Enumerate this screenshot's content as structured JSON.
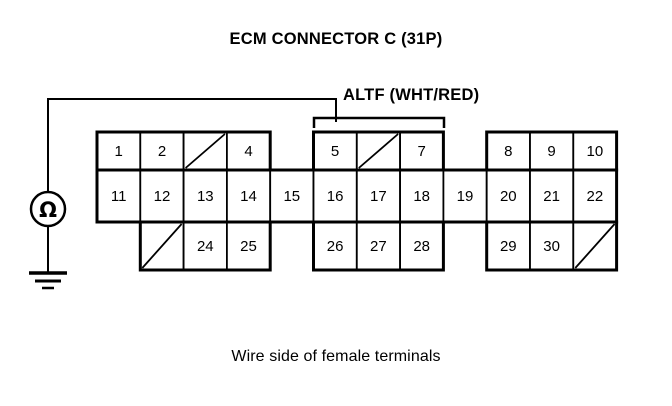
{
  "title": "ECM CONNECTOR C (31P)",
  "caption": "Wire side of female terminals",
  "probe": {
    "label": "ALTF (WHT/RED)",
    "signal_name": "ALTF",
    "wire_color": "WHT/RED",
    "target_terminal": "5"
  },
  "meter": {
    "type": "ohmmeter",
    "symbol": "Ω",
    "grounded": true
  },
  "colors": {
    "background": "#ffffff",
    "ink": "#000000"
  },
  "connector": {
    "name": "ECM CONNECTOR C",
    "pin_count": "31P",
    "rows": 3,
    "columns": 12,
    "grid": [
      [
        {
          "col": 1,
          "label": "1",
          "state": "pin"
        },
        {
          "col": 2,
          "label": "2",
          "state": "pin"
        },
        {
          "col": 3,
          "label": "",
          "state": "blocked"
        },
        {
          "col": 4,
          "label": "4",
          "state": "pin"
        },
        {
          "col": 5,
          "label": "",
          "state": "empty"
        },
        {
          "col": 6,
          "label": "5",
          "state": "pin"
        },
        {
          "col": 7,
          "label": "",
          "state": "blocked"
        },
        {
          "col": 8,
          "label": "7",
          "state": "pin"
        },
        {
          "col": 9,
          "label": "",
          "state": "empty"
        },
        {
          "col": 10,
          "label": "8",
          "state": "pin"
        },
        {
          "col": 11,
          "label": "9",
          "state": "pin"
        },
        {
          "col": 12,
          "label": "10",
          "state": "pin"
        }
      ],
      [
        {
          "col": 1,
          "label": "11",
          "state": "pin"
        },
        {
          "col": 2,
          "label": "12",
          "state": "pin"
        },
        {
          "col": 3,
          "label": "13",
          "state": "pin"
        },
        {
          "col": 4,
          "label": "14",
          "state": "pin"
        },
        {
          "col": 5,
          "label": "15",
          "state": "pin"
        },
        {
          "col": 6,
          "label": "16",
          "state": "pin"
        },
        {
          "col": 7,
          "label": "17",
          "state": "pin"
        },
        {
          "col": 8,
          "label": "18",
          "state": "pin"
        },
        {
          "col": 9,
          "label": "19",
          "state": "pin"
        },
        {
          "col": 10,
          "label": "20",
          "state": "pin"
        },
        {
          "col": 11,
          "label": "21",
          "state": "pin"
        },
        {
          "col": 12,
          "label": "22",
          "state": "pin"
        }
      ],
      [
        {
          "col": 1,
          "label": "",
          "state": "empty"
        },
        {
          "col": 2,
          "label": "",
          "state": "blocked"
        },
        {
          "col": 3,
          "label": "24",
          "state": "pin"
        },
        {
          "col": 4,
          "label": "25",
          "state": "pin"
        },
        {
          "col": 5,
          "label": "",
          "state": "empty"
        },
        {
          "col": 6,
          "label": "26",
          "state": "pin"
        },
        {
          "col": 7,
          "label": "27",
          "state": "pin"
        },
        {
          "col": 8,
          "label": "28",
          "state": "pin"
        },
        {
          "col": 9,
          "label": "",
          "state": "empty"
        },
        {
          "col": 10,
          "label": "29",
          "state": "pin"
        },
        {
          "col": 11,
          "label": "30",
          "state": "pin"
        },
        {
          "col": 12,
          "label": "",
          "state": "blocked"
        }
      ]
    ]
  }
}
